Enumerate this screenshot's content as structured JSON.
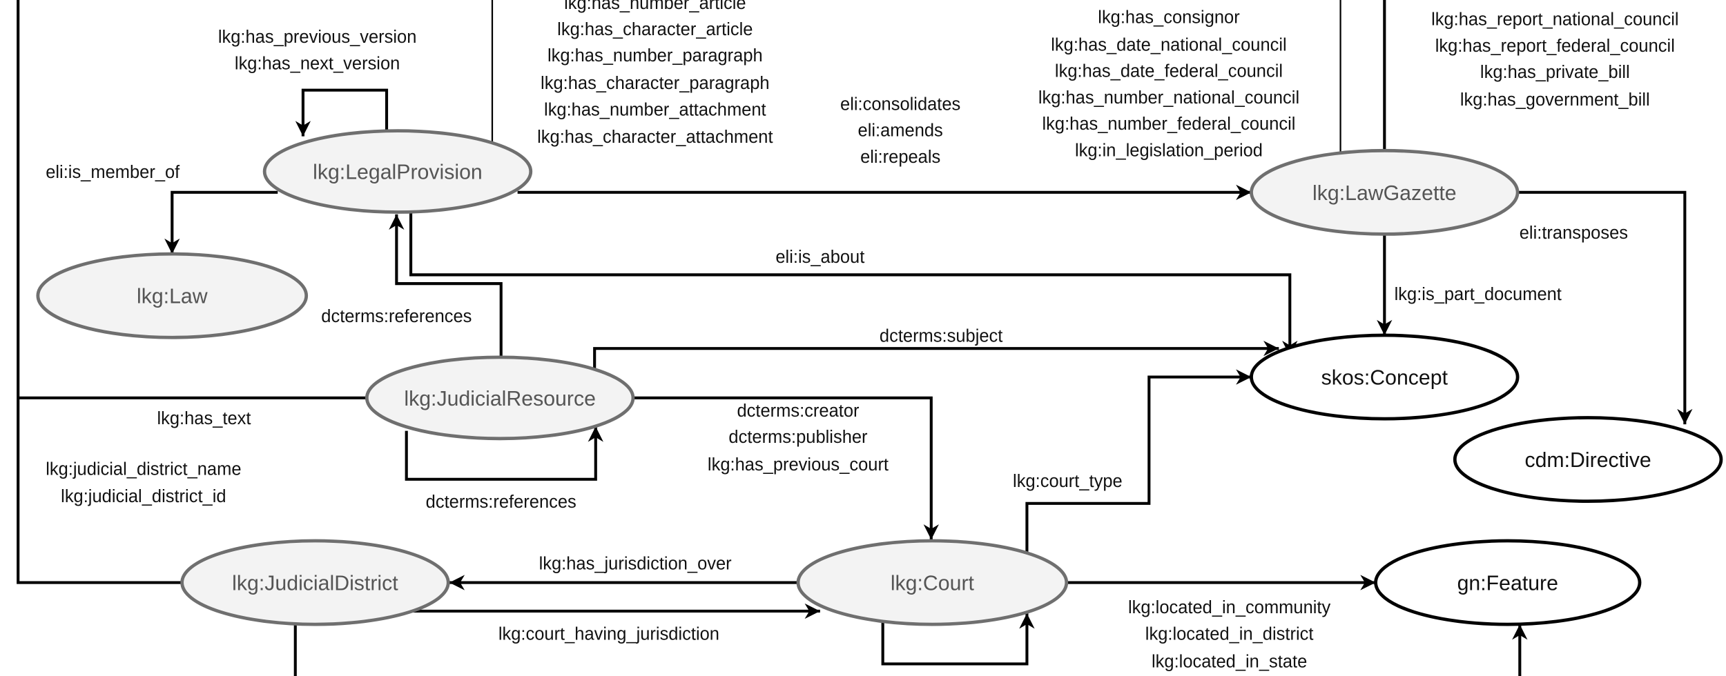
{
  "nodes": {
    "legal_provision": "lkg:LegalProvision",
    "law": "lkg:Law",
    "law_gazette": "lkg:LawGazette",
    "skos_concept": "skos:Concept",
    "cdm_directive": "cdm:Directive",
    "judicial_resource": "lkg:JudicialResource",
    "judicial_district": "lkg:JudicialDistrict",
    "court": "lkg:Court",
    "gn_feature": "gn:Feature"
  },
  "node_styles": {
    "internal_fill": "#f3f3f3",
    "internal_stroke": "#6f6f6f",
    "external_fill": "#ffffff",
    "external_stroke": "#000000"
  },
  "edge_labels": {
    "version": [
      "lkg:has_previous_version",
      "lkg:has_next_version"
    ],
    "provision_attributes": [
      "lkg:has_number_article",
      "lkg:has_character_article",
      "lkg:has_number_paragraph",
      "lkg:has_character_paragraph",
      "lkg:has_number_attachment",
      "lkg:has_character_attachment"
    ],
    "is_member_of": "eli:is_member_of",
    "consolidation": [
      "eli:consolidates",
      "eli:amends",
      "eli:repeals"
    ],
    "gazette_attributes": [
      "lkg:has_consignor",
      "lkg:has_date_national_council",
      "lkg:has_date_federal_council",
      "lkg:has_number_national_council",
      "lkg:has_number_federal_council",
      "lkg:in_legislation_period"
    ],
    "gazette_reports": [
      "lkg:has_report_national_council",
      "lkg:has_report_federal_council",
      "lkg:has_private_bill",
      "lkg:has_government_bill"
    ],
    "transposes": "eli:transposes",
    "is_part_document": "lkg:is_part_document",
    "is_about": "eli:is_about",
    "references_provision": "dcterms:references",
    "subject": "dcterms:subject",
    "has_text": "lkg:has_text",
    "district_attributes": [
      "lkg:judicial_district_name",
      "lkg:judicial_district_id"
    ],
    "references_self": "dcterms:references",
    "creator": [
      "dcterms:creator",
      "dcterms:publisher",
      "lkg:has_previous_court"
    ],
    "court_type": "lkg:court_type",
    "has_jurisdiction_over": "lkg:has_jurisdiction_over",
    "court_having_jurisdiction": "lkg:court_having_jurisdiction",
    "located": [
      "lkg:located_in_community",
      "lkg:located_in_district",
      "lkg:located_in_state"
    ]
  }
}
